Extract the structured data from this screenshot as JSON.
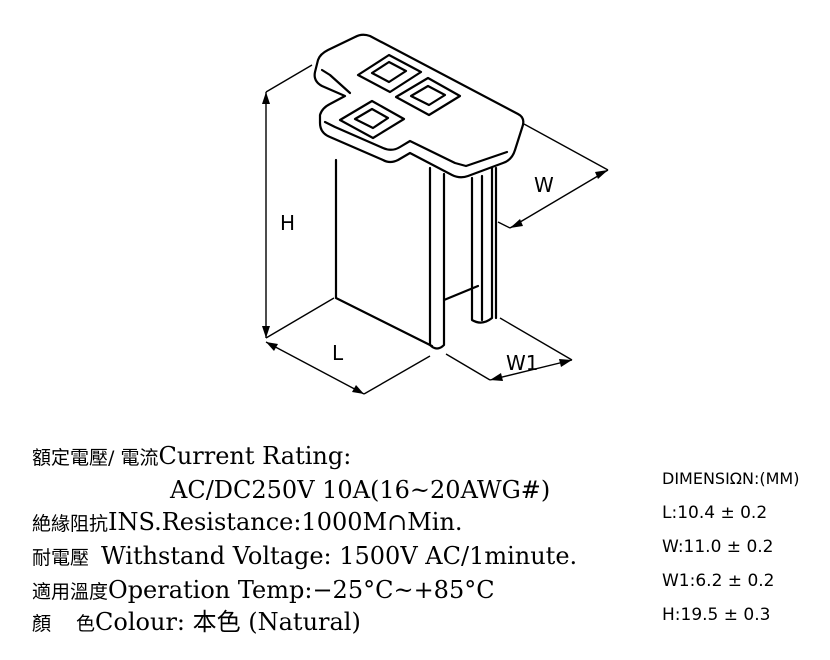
{
  "drawing": {
    "labels": {
      "height": "H",
      "length": "L",
      "width": "W",
      "width1": "W1"
    }
  },
  "specs": {
    "rating": {
      "cjk": "額定電壓/ 電流",
      "en": "Current  Rating:"
    },
    "rating_value": "AC/DC250V  10A(16~20AWG#)",
    "ins": {
      "cjk": "絶緣阻抗",
      "en": "INS.Resistance:1000M∩Min."
    },
    "withstand": {
      "cjk": "耐電壓",
      "en": "Withstand  Voltage:  1500V  AC/1minute."
    },
    "temp": {
      "cjk": "適用溫度",
      "en": "Operation  Temp:−25°C~+85°C"
    },
    "colour": {
      "cjk": "顏　 色",
      "en": "Colour: 本色 (Natural)"
    }
  },
  "dimensions": {
    "title": "DIMENSIΩN:(MM)",
    "L": "L:10.4 ± 0.2",
    "W": "W:11.0 ± 0.2",
    "W1": "W1:6.2 ± 0.2",
    "H": "H:19.5 ± 0.3"
  }
}
